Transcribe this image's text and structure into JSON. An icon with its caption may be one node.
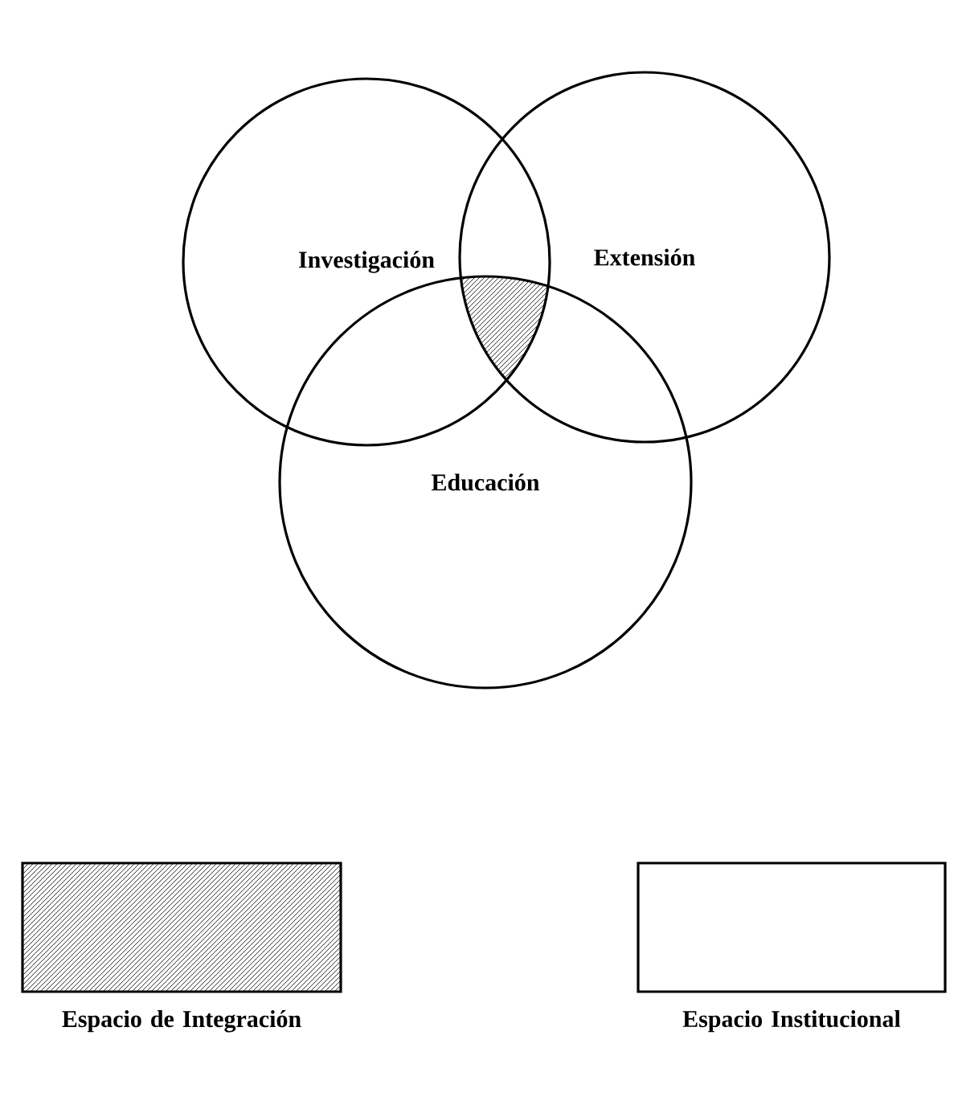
{
  "diagram": {
    "nodes": [
      {
        "text": [
          "Investigación"
        ]
      },
      {
        "text": [
          "Extensión"
        ]
      },
      {
        "text": [
          "Educación"
        ]
      }
    ],
    "legend": [
      {
        "text": "Espacio de Integración"
      },
      {
        "text": "Espacio Institucional"
      }
    ]
  }
}
